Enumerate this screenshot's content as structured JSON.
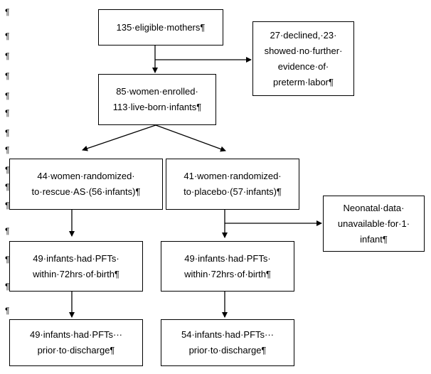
{
  "margin_marks": [
    "¶",
    "¶",
    "¶",
    "¶",
    "¶",
    "¶",
    "¶",
    "¶",
    "¶",
    "¶",
    "¶",
    "¶",
    "¶",
    "¶",
    "¶"
  ],
  "boxes": {
    "eligible": "135·eligible·mothers¶",
    "declined": "27·declined,·23·\nshowed·no·further·\nevidence·of·\npreterm·labor¶",
    "enrolled": "85·women·enrolled·\n113·live-born·infants¶",
    "rescue_as": "44·women·randomized·\nto·rescue·AS·(56·infants)¶",
    "placebo": "41·women·randomized·\nto·placebo·(57·infants)¶",
    "neonatal_unavailable": "Neonatal·data·\nunavailable·for·1·\ninfant¶",
    "as_pft_72h": "49·infants·had·PFTs·\nwithin·72hrs·of·birth¶",
    "placebo_pft_72h": "49·infants·had·PFTs·\nwithin·72hrs·of·birth¶",
    "as_pft_discharge": "49·infants·had·PFTs···\nprior·to·discharge¶",
    "placebo_pft_discharge": "54·infants·had·PFTs···\nprior·to·discharge¶"
  }
}
